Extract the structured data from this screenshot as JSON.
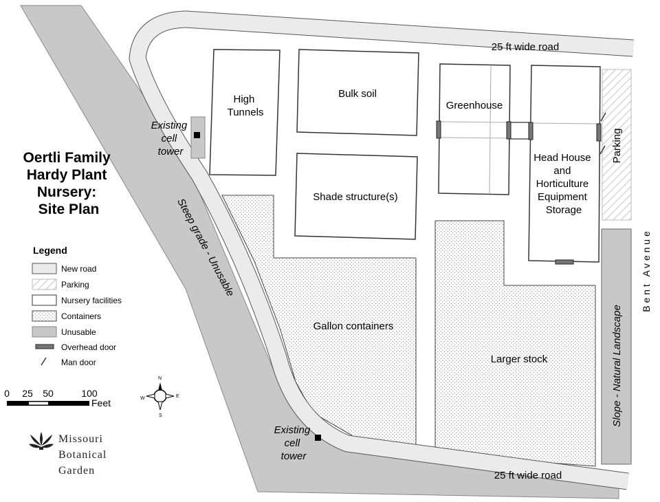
{
  "title": {
    "lines": [
      "Oertli Family",
      "Hardy Plant",
      "Nursery:",
      "Site Plan"
    ]
  },
  "roads": {
    "top_label": "25 ft wide road",
    "bottom_label": "25 ft wide road"
  },
  "facilities": {
    "high_tunnels": [
      "High",
      "Tunnels"
    ],
    "bulk_soil": "Bulk soil",
    "greenhouse": "Greenhouse",
    "head_house": [
      "Head House",
      "and",
      "Horticulture",
      "Equipment",
      "Storage"
    ],
    "shade_structure": "Shade structure(s)",
    "parking": "Parking"
  },
  "containers": {
    "gallon": "Gallon containers",
    "larger_stock": "Larger stock"
  },
  "unusable": {
    "steep_grade": "Steep grade - Unusable",
    "slope": "Slope - Natural Landscape"
  },
  "towers": {
    "upper": [
      "Existing",
      "cell",
      "tower"
    ],
    "lower": [
      "Existing",
      "cell",
      "tower"
    ]
  },
  "street": "B e n t   A v e n u e",
  "legend": {
    "heading": "Legend",
    "items": [
      "New road",
      "Parking",
      "Nursery facilities",
      "Containers",
      "Unusable",
      "Overhead door",
      "Man door"
    ]
  },
  "scale_bar": {
    "ticks": [
      "0",
      "25",
      "50",
      "100"
    ],
    "unit": "Feet"
  },
  "compass": {
    "n": "N",
    "s": "S",
    "e": "E",
    "w": "W"
  },
  "logo": {
    "lines": [
      "Missouri",
      "Botanical",
      "Garden"
    ]
  },
  "colors": {
    "road": "#ebebeb",
    "unusable": "#c8c8c8",
    "outline": "#333333",
    "hatch": "#d6d6d6",
    "dots": "#8a8a8a"
  }
}
